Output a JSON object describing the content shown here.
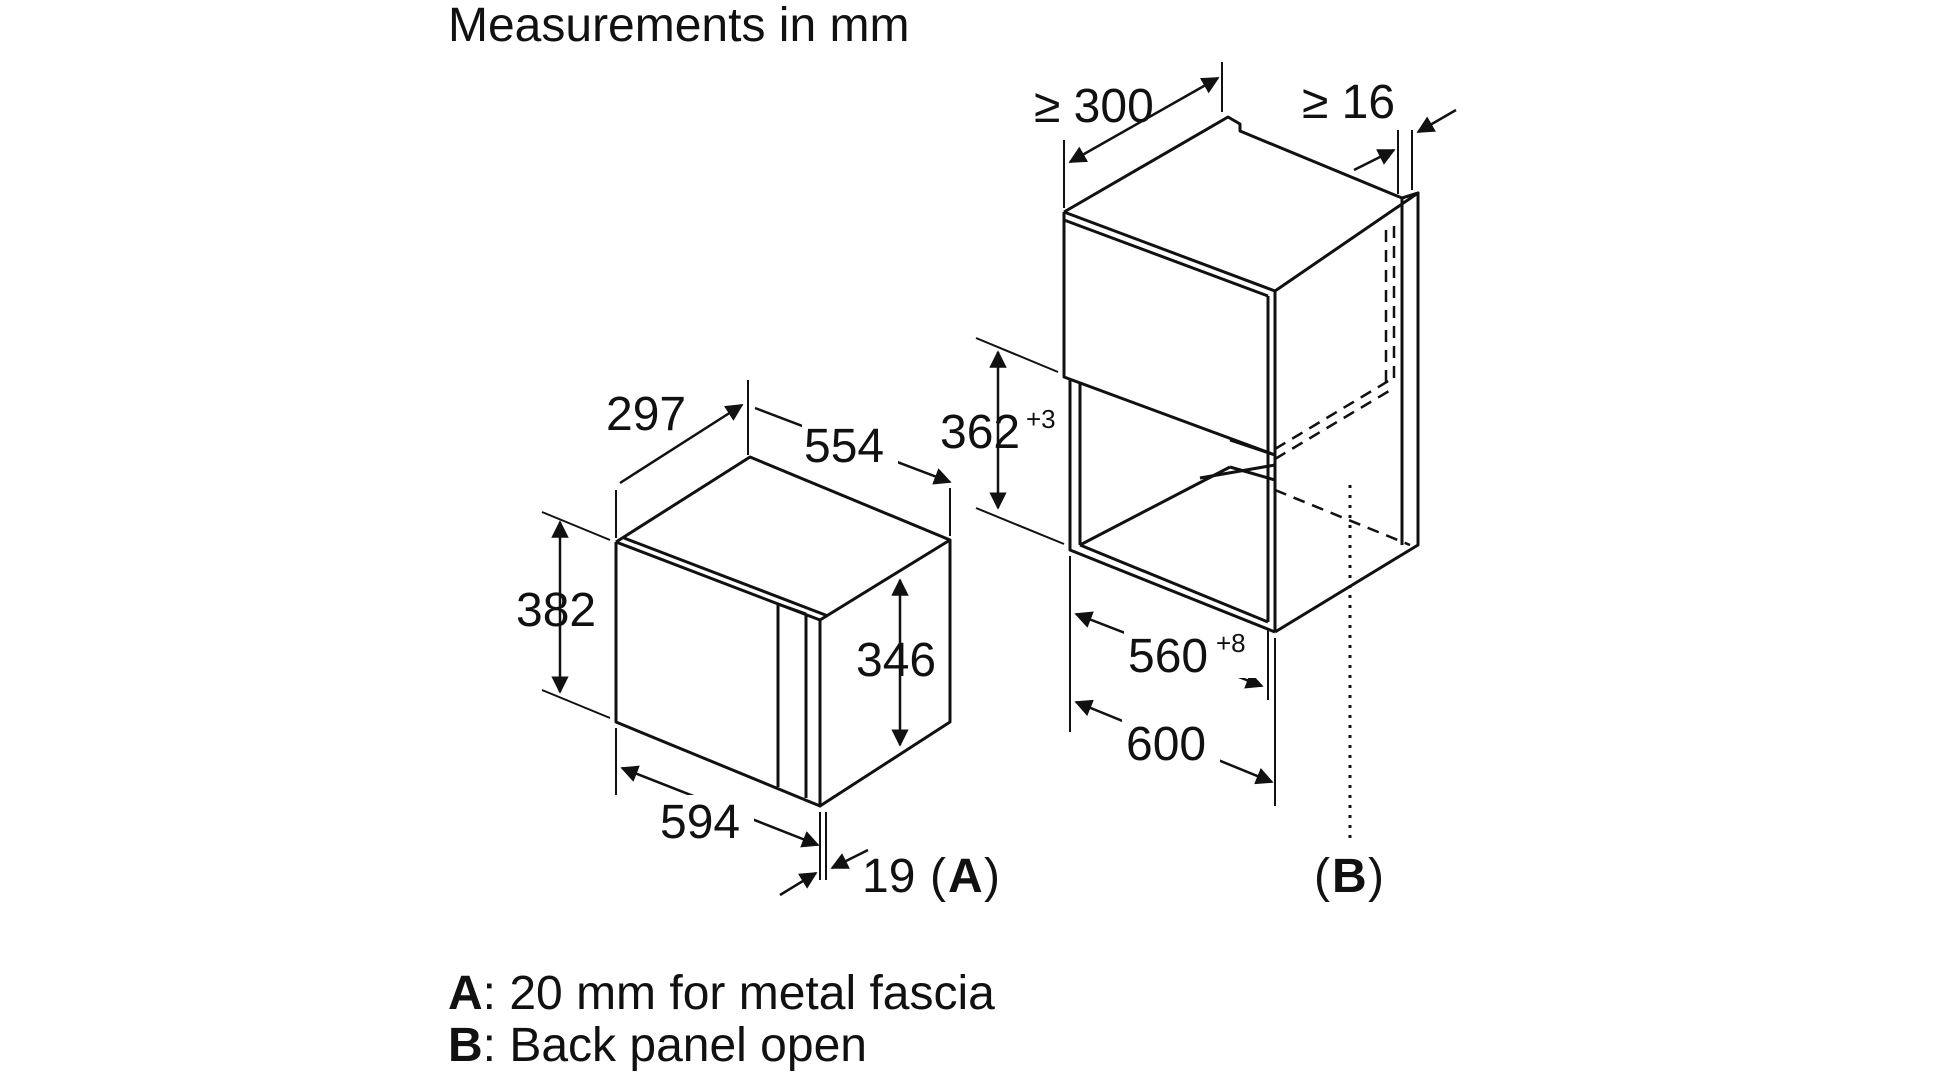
{
  "title": "Measurements in mm",
  "appliance": {
    "depth_total": "297",
    "depth_body": "554",
    "height_total": "382",
    "height_body": "346",
    "width": "594",
    "fascia": "19",
    "fascia_ref": "A"
  },
  "cabinet": {
    "depth_min": "≥ 300",
    "back_gap": "≥ 16",
    "niche_height": "362",
    "niche_height_tol": "+3",
    "niche_width": "560",
    "niche_width_tol": "+8",
    "cabinet_width": "600",
    "back_ref": "B"
  },
  "legend": [
    {
      "key": "A",
      "text": ": 20 mm for metal fascia"
    },
    {
      "key": "B",
      "text": ": Back panel open"
    }
  ]
}
